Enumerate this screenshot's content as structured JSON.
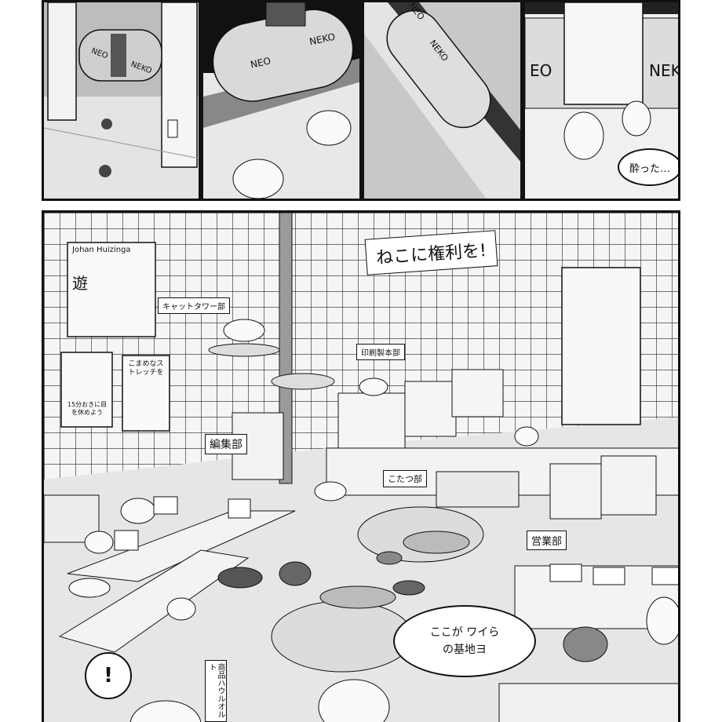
{
  "panel1": {
    "tube_text_1": "NEO",
    "tube_text_2": "NEKO"
  },
  "panel2": {
    "tube_text_1": "NEO",
    "tube_text_2": "NEKO"
  },
  "panel3": {
    "tube_text_1": "NEO",
    "tube_text_2": "NEKO"
  },
  "panel4": {
    "sign_left": "EO",
    "sign_right": "NEK",
    "speech": "酔った…"
  },
  "main": {
    "banner": "ねこに権利を!",
    "poster_name": "Johan Huizinga",
    "poster_kanji": "遊",
    "sign_cat_tower": "キャットタワー部",
    "sign_print": "印刷製本部",
    "poster_dog_text": "15分おきに目を休めよう",
    "poster_stretch_text": "こまめなストレッチを",
    "sign_editorial": "編集部",
    "sign_kotatsu": "こたつ部",
    "sign_sales": "営業部",
    "sign_small": "商品ハウルオルト",
    "speech": "ここが ワイらの基地ヨ",
    "exclaim": "!"
  }
}
